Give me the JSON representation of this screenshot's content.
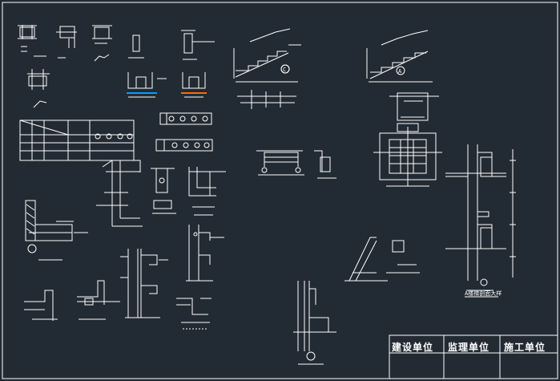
{
  "drawing": {
    "background": "#222a33",
    "line_color": "#ffffff",
    "highlight_color": "#00a0ff",
    "hatch_color": "#ff6a00"
  },
  "title_block": {
    "cells": [
      {
        "label": "建设单位"
      },
      {
        "label": "监理单位"
      },
      {
        "label": "施工单位"
      }
    ]
  },
  "detail_markers": {
    "stair_a": "A",
    "stair_c": "C",
    "section_a_label": "A楼梯剖面大样"
  }
}
